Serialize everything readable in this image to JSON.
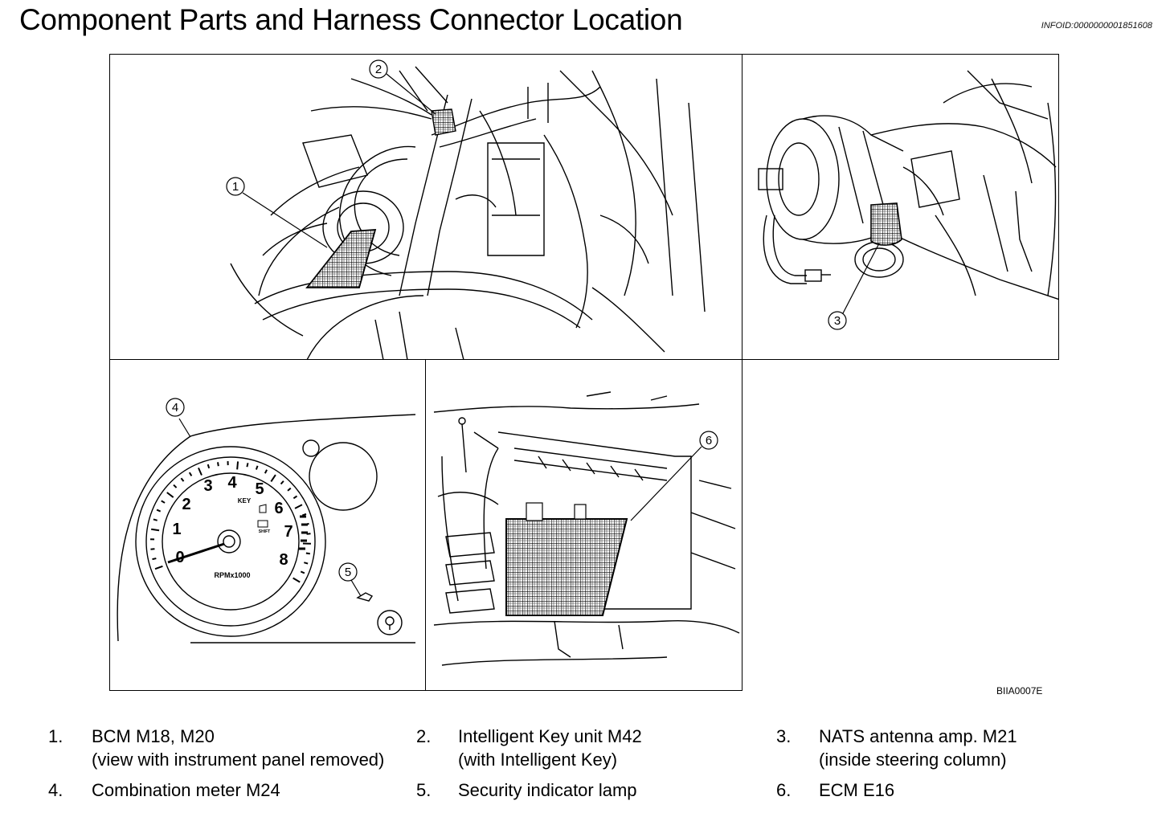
{
  "header": {
    "title": "Component Parts and Harness Connector Location",
    "info_id": "INFOID:0000000001851608"
  },
  "figure": {
    "code": "BIIA0007E",
    "callouts": [
      "1",
      "2",
      "3",
      "4",
      "5",
      "6"
    ],
    "gauge": {
      "numbers": [
        "0",
        "1",
        "2",
        "3",
        "4",
        "5",
        "6",
        "7",
        "8"
      ],
      "key_label": "KEY",
      "shift_label": "SHIFT",
      "unit_label": "RPMx1000"
    }
  },
  "legend": [
    {
      "num": "1.",
      "text": "BCM M18, M20",
      "sub": "(view with instrument panel removed)"
    },
    {
      "num": "2.",
      "text": "Intelligent Key unit M42",
      "sub": "(with Intelligent Key)"
    },
    {
      "num": "3.",
      "text": "NATS antenna amp. M21",
      "sub": "(inside steering column)"
    },
    {
      "num": "4.",
      "text": "Combination meter M24",
      "sub": ""
    },
    {
      "num": "5.",
      "text": "Security indicator lamp",
      "sub": ""
    },
    {
      "num": "6.",
      "text": "ECM E16",
      "sub": ""
    }
  ]
}
